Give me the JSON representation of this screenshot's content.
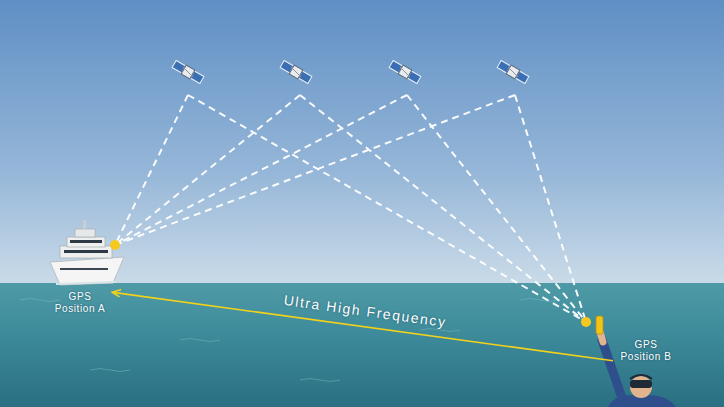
{
  "diagram": {
    "nodes": [
      {
        "text": [
          "GPS Position A"
        ]
      },
      {
        "text": [
          "GPS Position B"
        ]
      }
    ],
    "edges": [
      {
        "from": 1,
        "to": 0,
        "arrow": "to",
        "label": "Ultra High Frequency"
      }
    ]
  }
}
